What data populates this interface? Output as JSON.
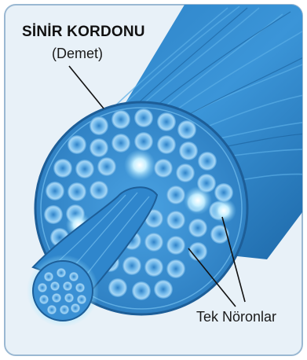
{
  "labels": {
    "title": "SİNİR KORDONU",
    "subtitle": "(Demet)",
    "neurons": "Tek Nöronlar"
  },
  "colors": {
    "background": "#e8f1f8",
    "frame_border": "#9ab8d2",
    "cord_dark": "#1f6fb0",
    "cord_mid": "#2f8ad0",
    "cord_light": "#5aaee6",
    "cross_section": "#3a8fd2",
    "neuron_cell": "#9fd0f2",
    "neuron_core": "#2f82c8",
    "glow": "#c8f0ff",
    "line": "#111111"
  }
}
